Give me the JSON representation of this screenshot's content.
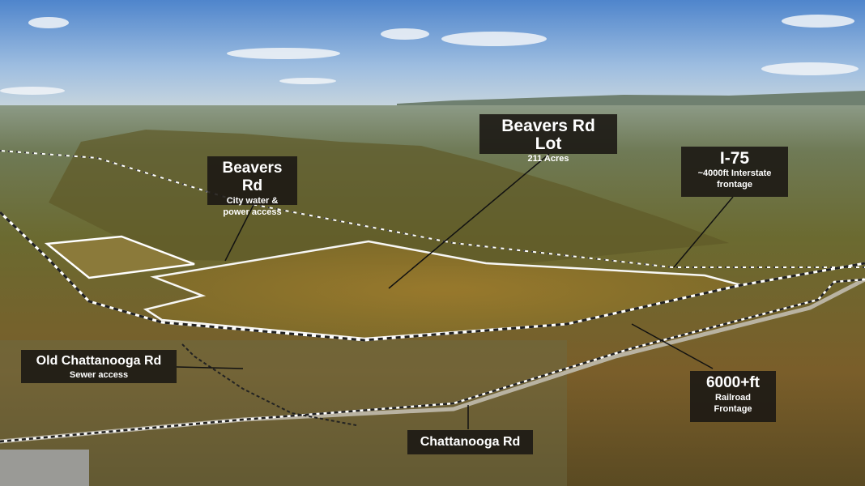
{
  "labels": {
    "lot": {
      "title": "Beavers Rd Lot",
      "subtitle": "211 Acres"
    },
    "beavers": {
      "title": "Beavers Rd",
      "subtitle": "City water & power access"
    },
    "i75": {
      "title": "I-75",
      "subtitle": "~4000ft Interstate frontage"
    },
    "old_chattanooga": {
      "title": "Old Chattanooga Rd",
      "subtitle": "Sewer access"
    },
    "railroad": {
      "title": "6000+ft",
      "subtitle": "Railroad Frontage"
    },
    "chattanooga": {
      "title": "Chattanooga Rd"
    }
  },
  "colors": {
    "sky": "#5d8fd0",
    "forest": "#6e6a2e",
    "outline": "#ffffff",
    "label_bg": "#1c1814"
  }
}
